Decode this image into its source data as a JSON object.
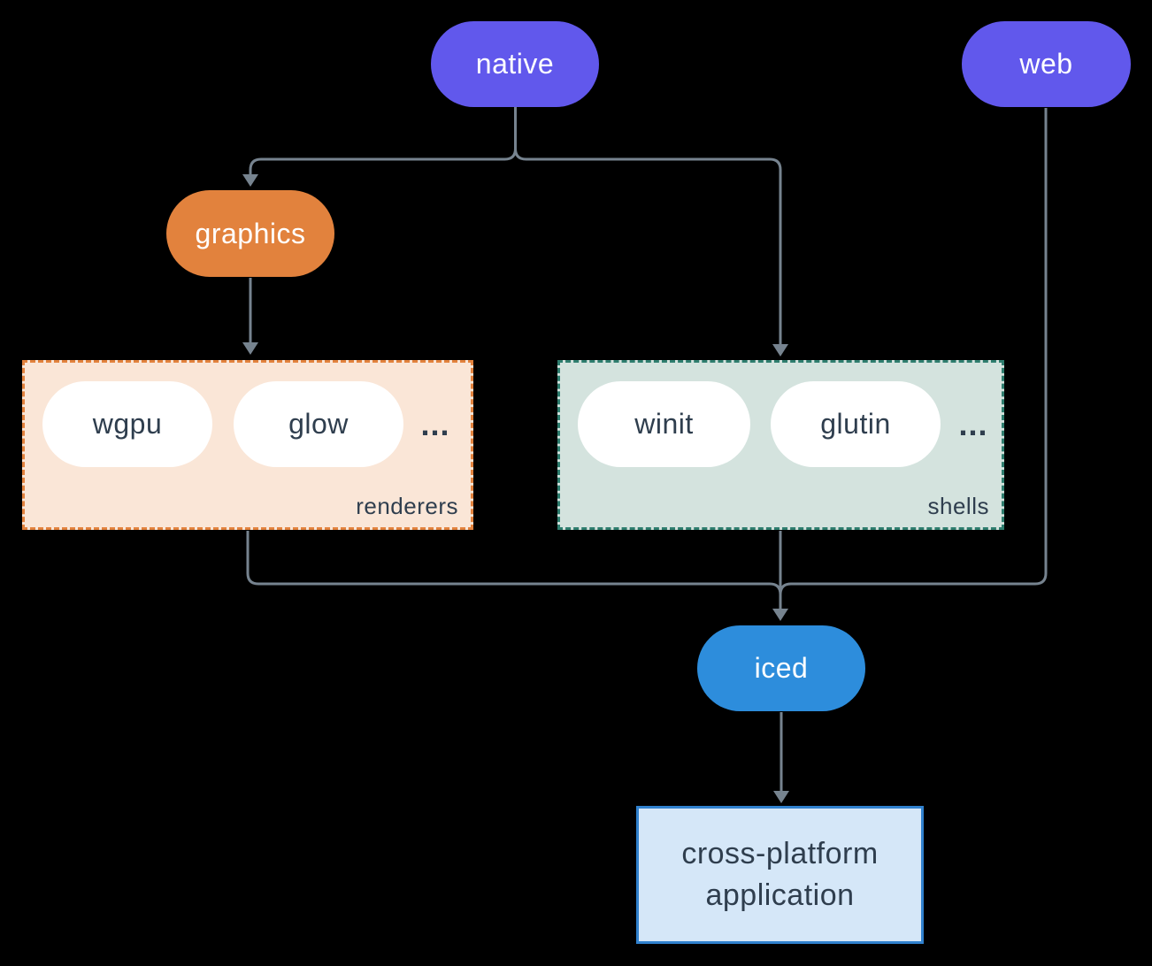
{
  "diagram": {
    "nodes": {
      "native": {
        "label": "native"
      },
      "web": {
        "label": "web"
      },
      "graphics": {
        "label": "graphics"
      },
      "iced": {
        "label": "iced"
      },
      "application": {
        "lines": [
          "cross-platform",
          "application"
        ]
      }
    },
    "groups": {
      "renderers": {
        "label": "renderers",
        "items": [
          "wgpu",
          "glow"
        ],
        "more": "..."
      },
      "shells": {
        "label": "shells",
        "items": [
          "winit",
          "glutin"
        ],
        "more": "..."
      }
    },
    "colors": {
      "background": "#000000",
      "purple": "#6158EC",
      "orange": "#E2823D",
      "blue": "#2D8DDC",
      "renderers-fill": "#FAE6D7",
      "renderers-border": "#E2823D",
      "shells-fill": "#D4E3DE",
      "shells-border": "#2E7D6E",
      "app-fill": "#D5E7F8",
      "app-border": "#3081CE",
      "dark-text": "#2F3E4E",
      "pill-text": "#FFFFFF",
      "line": "#76838F"
    }
  }
}
